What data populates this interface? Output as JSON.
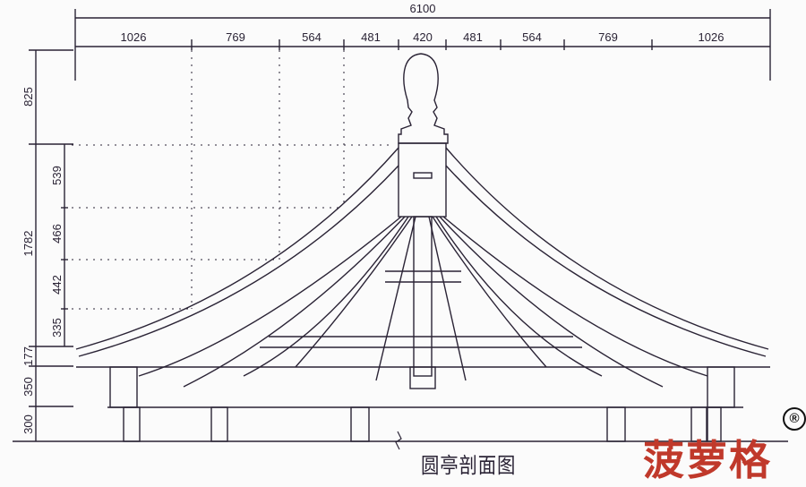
{
  "drawing": {
    "title": "圆亭剖面图",
    "overall_width_label": "6100",
    "horizontal_dims": [
      "1026",
      "769",
      "564",
      "481",
      "420",
      "481",
      "564",
      "769",
      "1026"
    ],
    "vertical_dims_outer": [
      "825",
      "1782",
      "177",
      "350",
      "300"
    ],
    "vertical_dims_inner": [
      "539",
      "466",
      "442",
      "335"
    ],
    "line_color": "#2a2335"
  },
  "brand": {
    "name": "菠萝格",
    "color": "#c0392b",
    "registered_mark": "®"
  }
}
